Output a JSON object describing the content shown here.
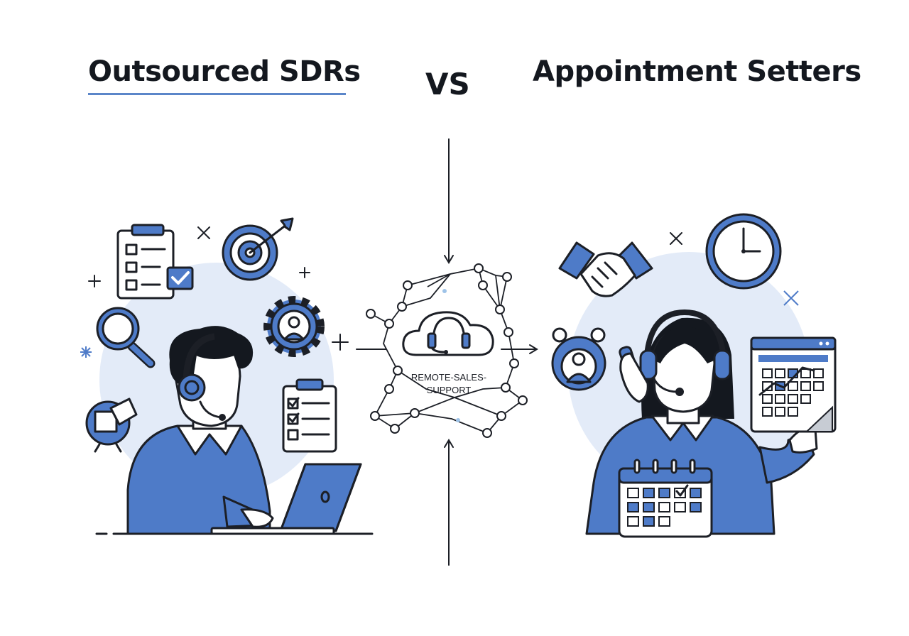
{
  "header": {
    "left_title": "Outsourced SDRs",
    "versus_label": "VS",
    "right_title": "Appointment Setters"
  },
  "center": {
    "hub_label_line1": "REMOTE-SALES-",
    "hub_label_line2": "SUPPORT"
  },
  "colors": {
    "accent_blue": "#4e7bc8",
    "light_blue_bg": "#e3ebf8",
    "outline": "#1c1f26",
    "title_text": "#14181f"
  },
  "icons": {
    "left": [
      "clipboard-checklist-icon",
      "target-arrow-icon",
      "magnifier-icon",
      "gear-person-icon",
      "checklist-clipboard-icon",
      "megaphone-icon",
      "laptop-icon",
      "headset-icon"
    ],
    "center": [
      "cloud-headset-icon",
      "network-nodes-icon"
    ],
    "right": [
      "handshake-icon",
      "clock-icon",
      "contact-person-icon",
      "calendar-dashboard-icon",
      "calendar-icon",
      "headset-icon",
      "phone-icon"
    ]
  }
}
